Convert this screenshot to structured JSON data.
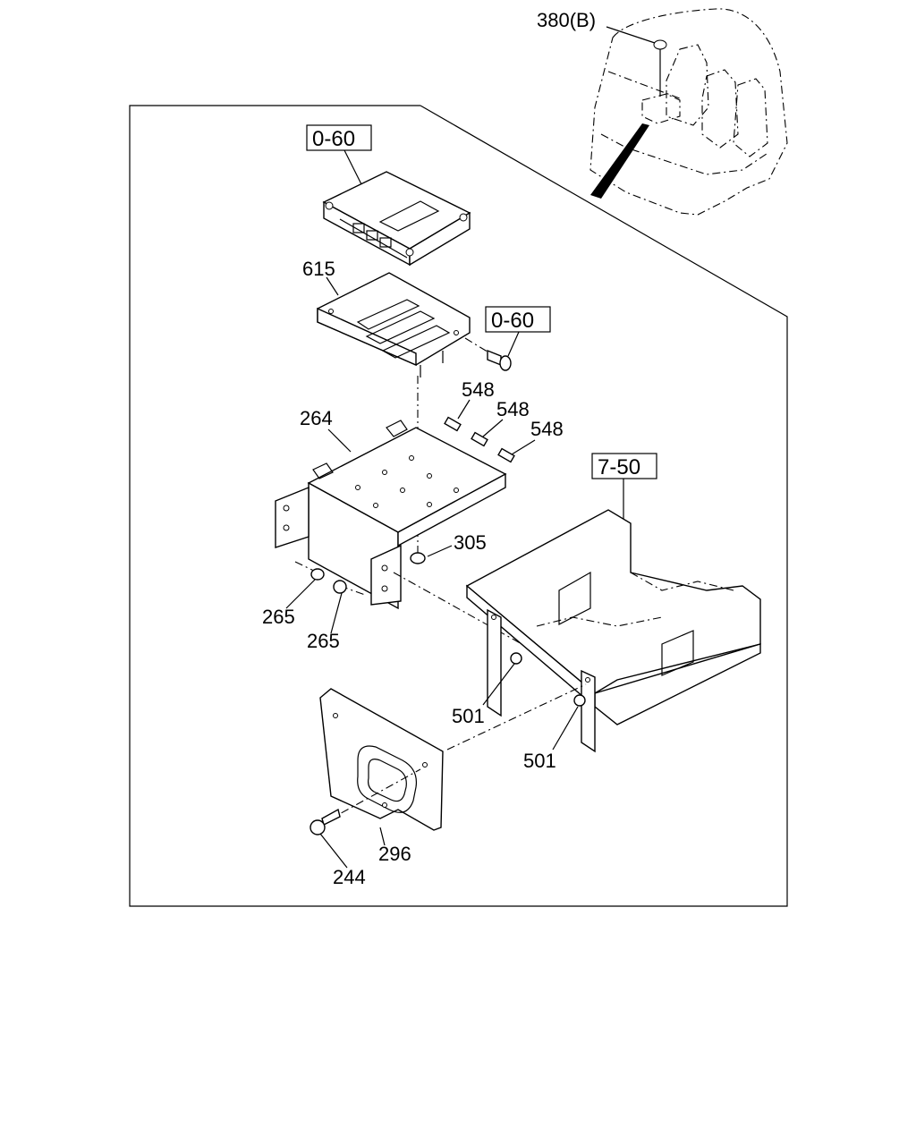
{
  "callouts": {
    "ref_380b": "380(B)",
    "ref_0_60_top": "0-60",
    "ref_615": "615",
    "ref_0_60_bolt": "0-60",
    "ref_548_a": "548",
    "ref_548_b": "548",
    "ref_548_c": "548",
    "ref_264": "264",
    "ref_7_50": "7-50",
    "ref_305": "305",
    "ref_265_a": "265",
    "ref_265_b": "265",
    "ref_501_a": "501",
    "ref_501_b": "501",
    "ref_296": "296",
    "ref_244": "244"
  }
}
